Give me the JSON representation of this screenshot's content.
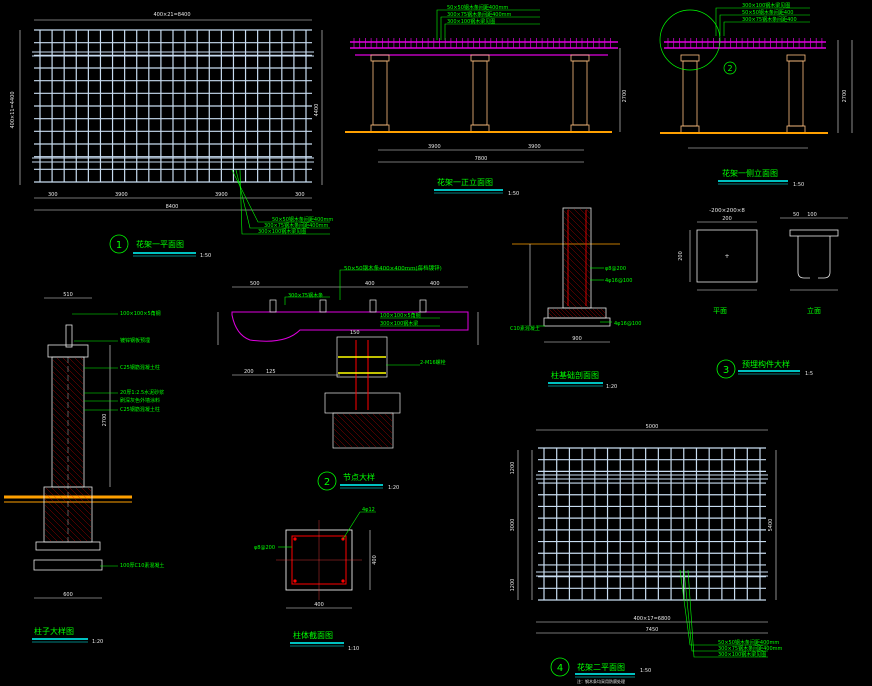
{
  "colors": {
    "background": "#000000",
    "grid": "#c8dcf0",
    "dim": "#e8e8e8",
    "dimGreen": "#00ff00",
    "label": "#00ff00",
    "titleUnderline": "#00ffff",
    "wood": "#e000e0",
    "column": "#ffc080",
    "ground": "#ffa000",
    "hatch": "#ff0000",
    "marker": "#ffff00"
  },
  "plan1": {
    "title": "花架一平面图",
    "number": "1",
    "scale": "1:50",
    "dims": {
      "top": "400×21=8400",
      "left": "400×11=4400",
      "bottom_a": "300",
      "bottom_b": "3900",
      "bottom_c": "3900",
      "bottom_d": "300",
      "bottom_total": "8400",
      "right": "4400"
    },
    "callouts": [
      "50×50钢木条间距400mm",
      "300×75钢木条间距400mm",
      "300×100钢木梁见图"
    ]
  },
  "elev_front": {
    "title": "花架一正立面图",
    "scale": "1:50",
    "callouts": [
      "50×50钢木条间距400mm",
      "300×75钢木条间距400mm",
      "300×100钢木梁见图"
    ],
    "dims": {
      "span_a": "3900",
      "span_b": "3900",
      "total": "7800",
      "height": "2700"
    }
  },
  "elev_side": {
    "title": "花架一侧立面图",
    "scale": "1:50",
    "callouts": [
      "300×100钢木梁见图",
      "50×50钢木条间距400",
      "300×75钢木条间距400"
    ],
    "circle_mark": "2",
    "dims": {
      "height": "2700"
    }
  },
  "column_detail": {
    "title": "柱子大样图",
    "scale": "1:20",
    "callouts": [
      "100×100×5角钢",
      "镀锌钢板预埋",
      "C25钢筋混凝土柱",
      "20厚1:2.5水泥砂浆",
      "刷深灰色外墙涂料",
      "C25钢筋混凝土柱",
      "100厚C10素混凝土"
    ],
    "dims": {
      "top": "510",
      "bottom": "600",
      "height": "2700"
    }
  },
  "node_detail": {
    "title": "节点大样",
    "number": "2",
    "scale": "1:20",
    "callouts": [
      "50×50钢木条400×400mm(每档镀锌)",
      "300×75钢木条",
      "100×100×5角钢",
      "300×100钢木梁",
      "2-M16螺栓"
    ],
    "dims": {
      "top_a": "500",
      "top_b": "400",
      "top_c": "400",
      "bottom_a": "200",
      "bottom_b": "125",
      "bottom_c": "150"
    }
  },
  "foundation": {
    "title": "柱基础剖面图",
    "scale": "1:20",
    "callouts": [
      "φ8@200",
      "4φ16@100",
      "C10素混凝土"
    ],
    "dims": {
      "width": "900"
    }
  },
  "embed_detail": {
    "title": "预埋构件大样",
    "number": "3",
    "scale": "1:5",
    "plan_label": "平面",
    "elev_label": "立面",
    "plate_label": "-200×200×8",
    "dims": {
      "a": "200",
      "b": "50",
      "c": "100"
    }
  },
  "column_section": {
    "title": "柱体截面图",
    "scale": "1:10",
    "callouts": [
      "4φ12",
      "φ8@200"
    ],
    "dims": {
      "width": "400",
      "height": "400"
    }
  },
  "plan2": {
    "title": "花架二平面图",
    "number": "4",
    "scale": "1:50",
    "note": "注：钢木条均采用防腐处理",
    "callouts": [
      "50×50钢木条间距400mm",
      "300×75钢木条间距400mm",
      "300×100钢木梁见图"
    ],
    "dims": {
      "top": "5000",
      "bottom": "400×17=6800",
      "total": "7450",
      "left_a": "1200",
      "left_b": "3000",
      "left_c": "1200",
      "right": "5400"
    }
  }
}
